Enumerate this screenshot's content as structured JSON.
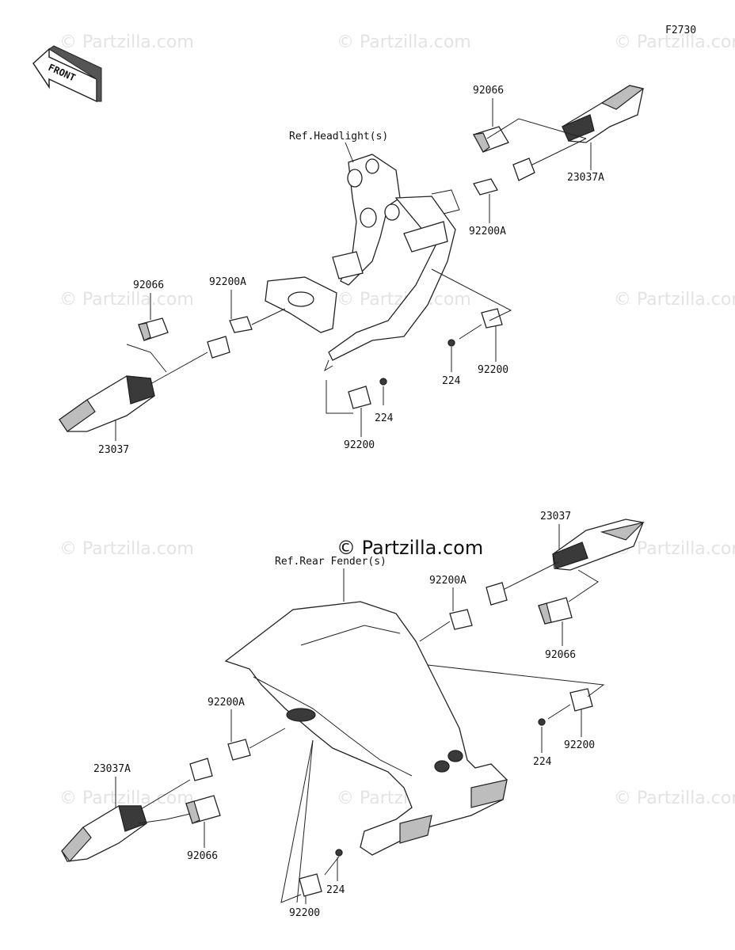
{
  "figure_code": "F2730",
  "front_arrow_label": "FRONT",
  "watermark": "© Partzilla.com",
  "watermark_center": "© Partzilla.com",
  "labels": {
    "ref_headlight": "Ref.Headlight(s)",
    "ref_rear_fender": "Ref.Rear Fender(s)",
    "top_right_92066": "92066",
    "top_right_23037A": "23037A",
    "top_right_92200A": "92200A",
    "top_left_92066": "92066",
    "top_left_92200A": "92200A",
    "top_left_23037": "23037",
    "top_mid_224": "224",
    "top_mid_92200": "92200",
    "top_right_224": "224",
    "top_right_92200": "92200",
    "bot_right_23037": "23037",
    "bot_right_92200A": "92200A",
    "bot_right_92066": "92066",
    "bot_right_224": "224",
    "bot_right_92200": "92200",
    "bot_left_92200A": "92200A",
    "bot_left_23037A": "23037A",
    "bot_left_92066": "92066",
    "bot_mid_224": "224",
    "bot_mid_92200": "92200"
  }
}
